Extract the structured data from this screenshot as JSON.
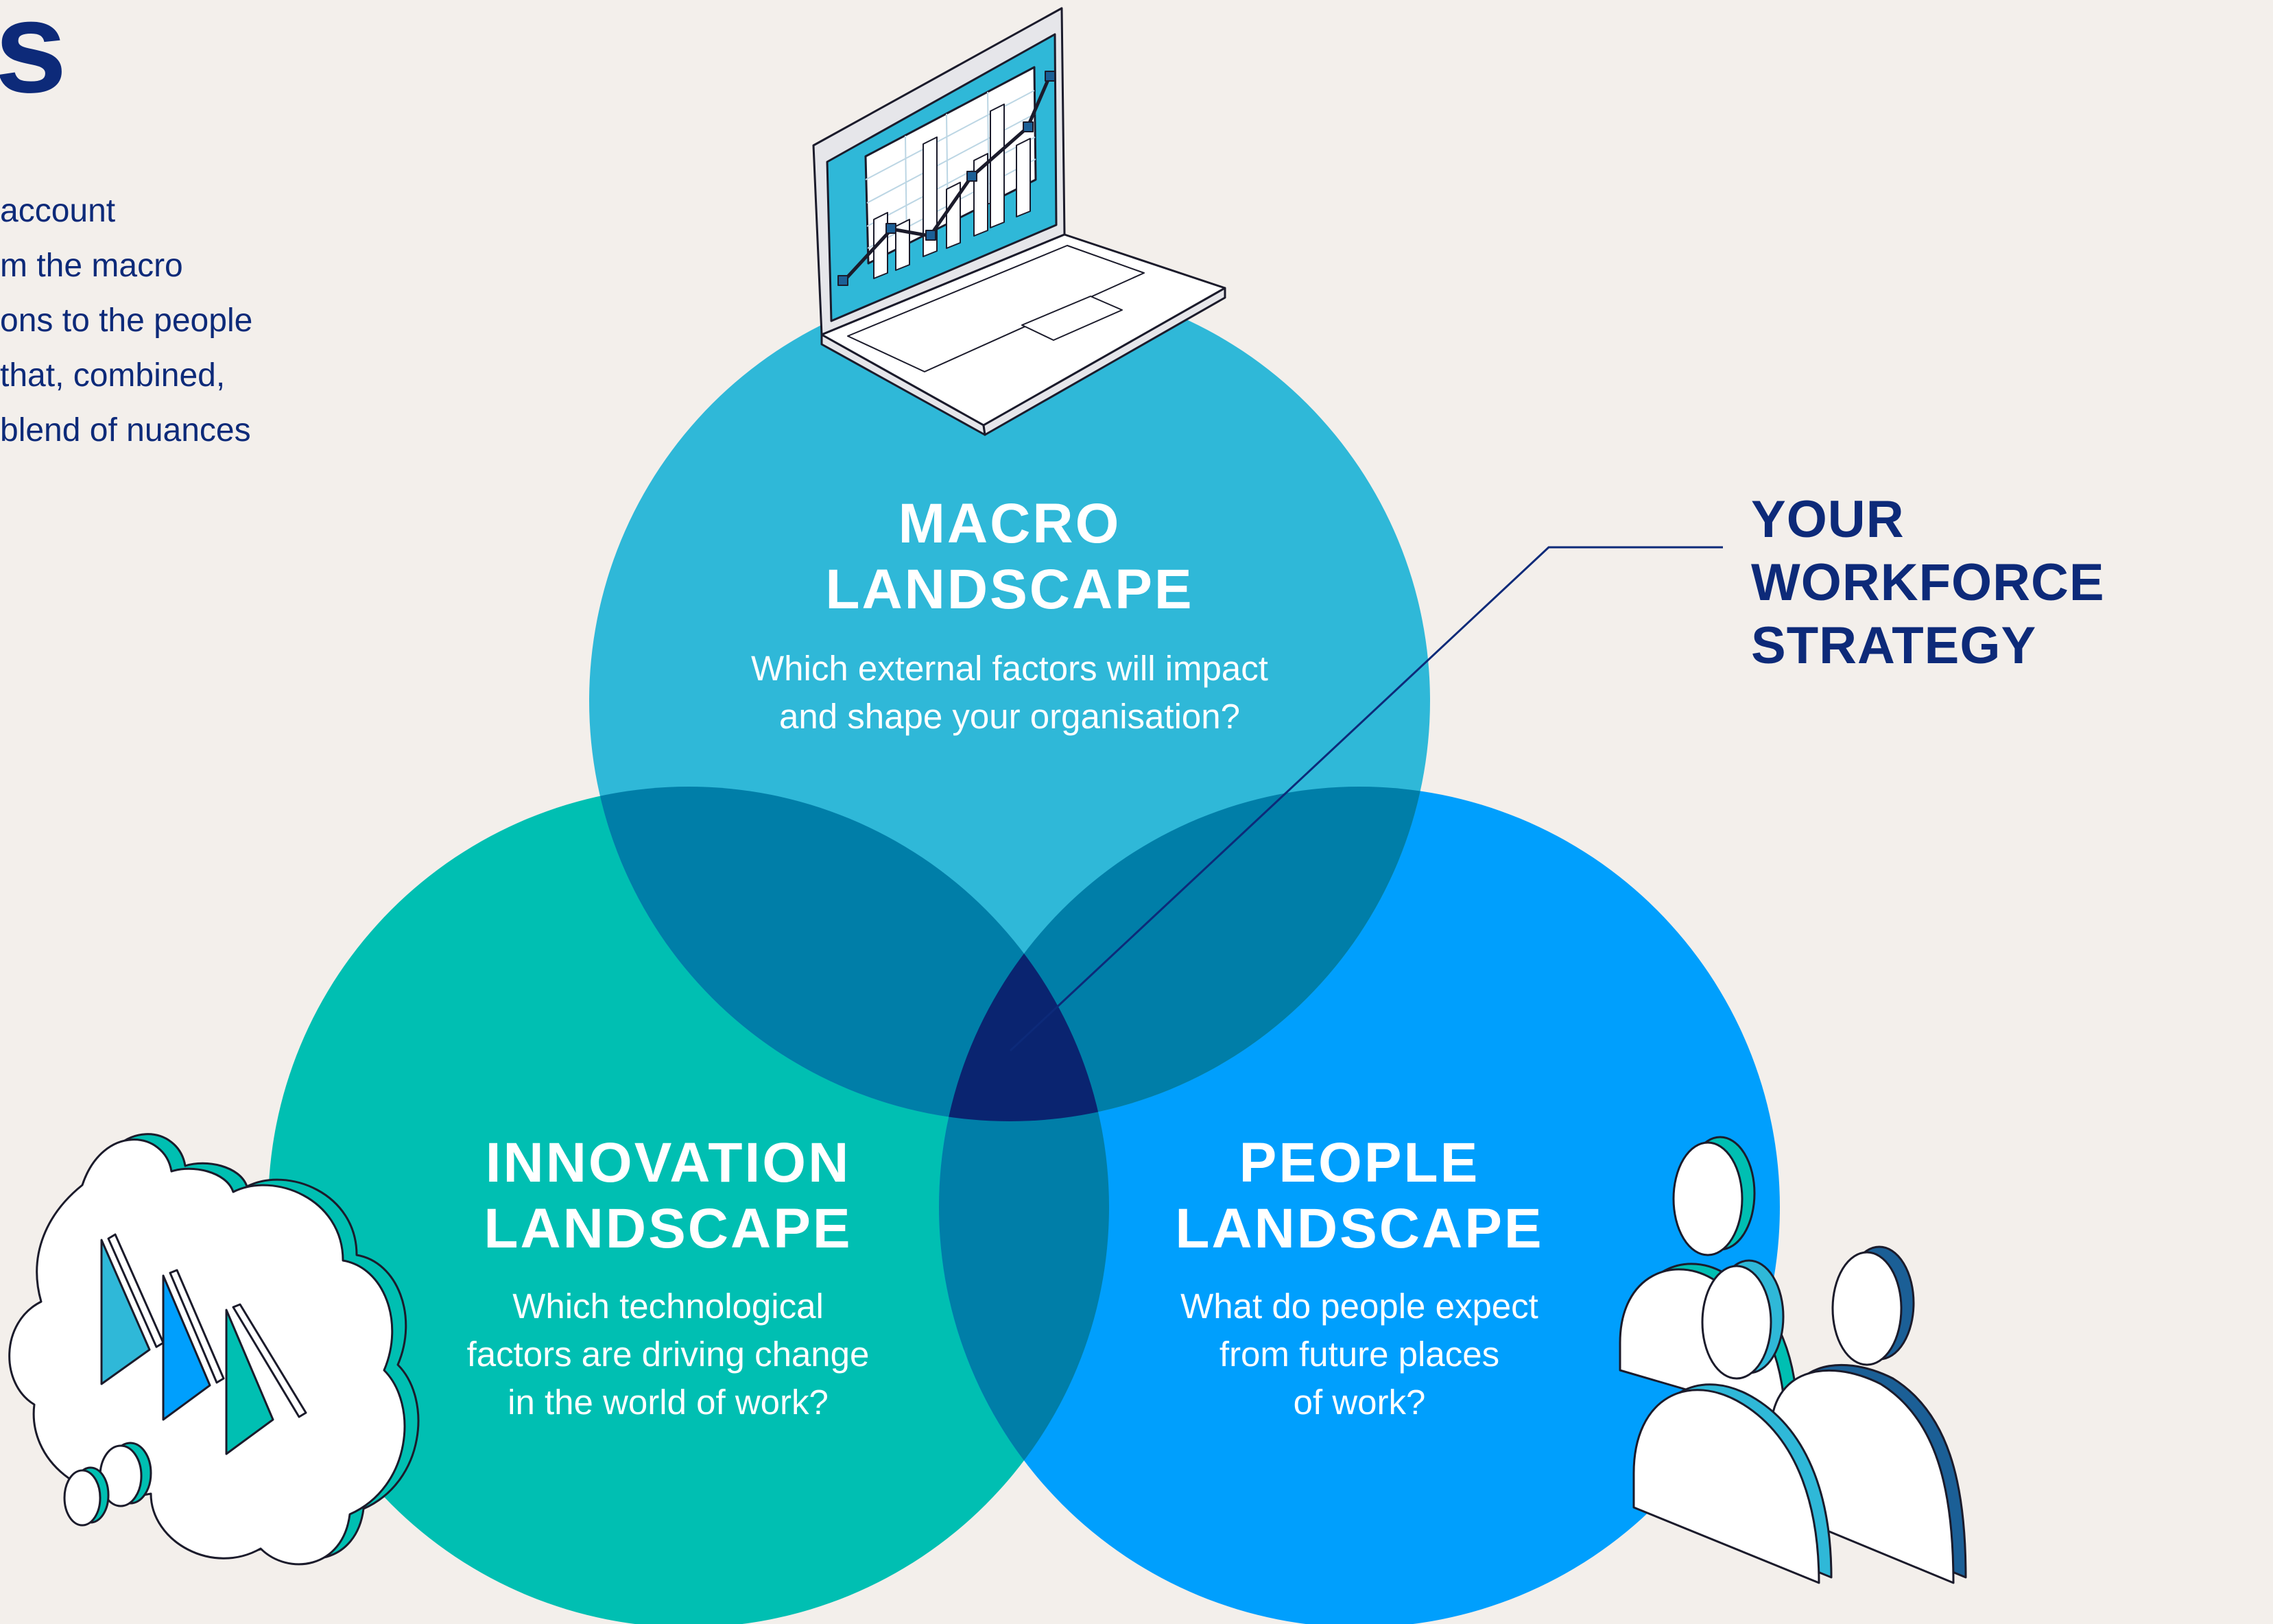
{
  "heading_fragment": "s",
  "intro_lines": [
    "account",
    "m the macro",
    "ons to the people",
    "that, combined,",
    "blend of nuances"
  ],
  "circles": {
    "macro": {
      "title_line1": "MACRO",
      "title_line2": "LANDSCAPE",
      "question_line1": "Which external factors will impact",
      "question_line2": "and shape your organisation?"
    },
    "innovation": {
      "title_line1": "INNOVATION",
      "title_line2": "LANDSCAPE",
      "question_line1": "Which technological",
      "question_line2": "factors are driving change",
      "question_line3": "in the world of work?"
    },
    "people": {
      "title_line1": "PEOPLE",
      "title_line2": "LANDSCAPE",
      "question_line1": "What do people expect",
      "question_line2": "from future places",
      "question_line3": "of work?"
    }
  },
  "center_label": {
    "line1": "YOUR WORKFORCE",
    "line2": "STRATEGY"
  },
  "icons": [
    "laptop-chart-icon",
    "thought-cloud-icon",
    "people-group-icon"
  ],
  "colors": {
    "background": "#f3efeb",
    "macro": "#2fb8d8",
    "innovation": "#00bfb2",
    "people": "#009ffd",
    "overlap": "#007ea8",
    "center": "#0a2470",
    "navy_text": "#0d2a79"
  }
}
